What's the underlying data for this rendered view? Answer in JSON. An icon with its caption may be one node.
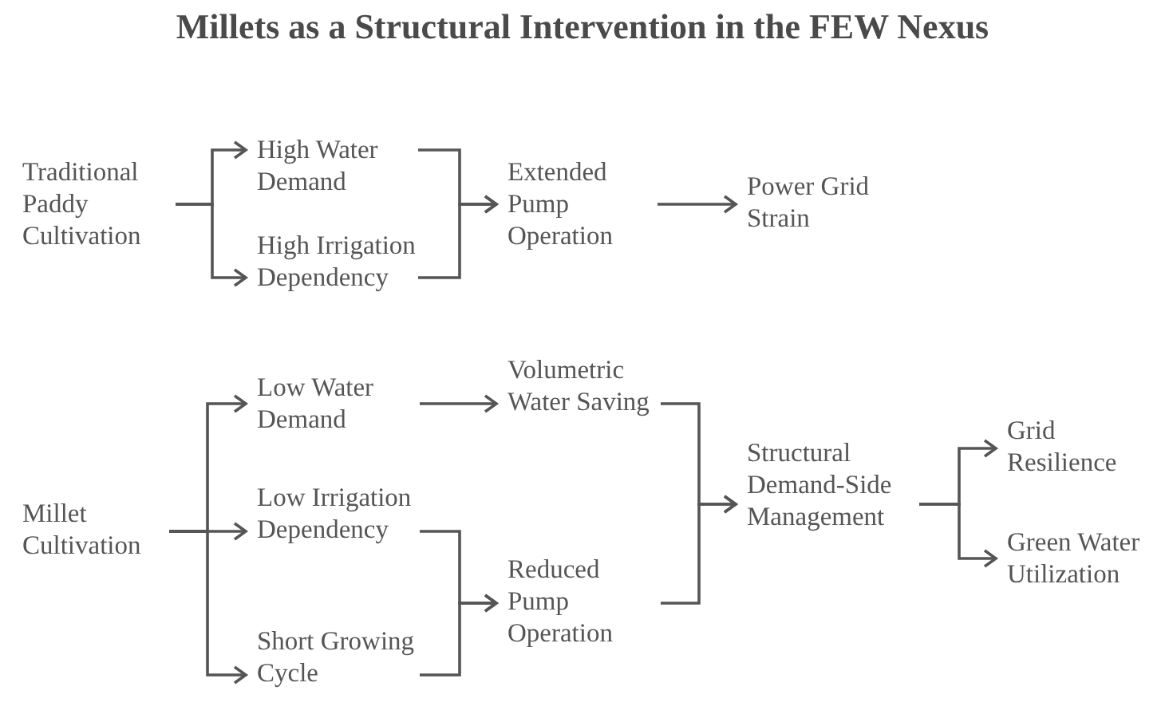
{
  "diagram": {
    "title": "Millets as a Structural Intervention in the FEW Nexus",
    "nodes": [
      {
        "text": [
          "Traditional Paddy Cultivation"
        ]
      },
      {
        "text": [
          "High Water Demand"
        ]
      },
      {
        "text": [
          "High Irrigation Dependency"
        ]
      },
      {
        "text": [
          "Extended Pump Operation"
        ]
      },
      {
        "text": [
          "Power Grid Strain"
        ]
      },
      {
        "text": [
          "Millet Cultivation"
        ]
      },
      {
        "text": [
          "Low Water Demand"
        ]
      },
      {
        "text": [
          "Low Irrigation Dependency"
        ]
      },
      {
        "text": [
          "Short Growing Cycle"
        ]
      },
      {
        "text": [
          "Volumetric Water Saving"
        ]
      },
      {
        "text": [
          "Reduced Pump Operation"
        ]
      },
      {
        "text": [
          "Structural Demand-Side Management"
        ]
      },
      {
        "text": [
          "Grid Resilience"
        ]
      },
      {
        "text": [
          "Green Water Utilization"
        ]
      }
    ],
    "edges": [
      {
        "from": 0,
        "to": 1,
        "arrow": "to"
      },
      {
        "from": 0,
        "to": 2,
        "arrow": "to"
      },
      {
        "from": 1,
        "to": 3,
        "arrow": "to"
      },
      {
        "from": 2,
        "to": 3,
        "arrow": "to"
      },
      {
        "from": 3,
        "to": 4,
        "arrow": "to"
      },
      {
        "from": 5,
        "to": 6,
        "arrow": "to"
      },
      {
        "from": 5,
        "to": 7,
        "arrow": "to"
      },
      {
        "from": 5,
        "to": 8,
        "arrow": "to"
      },
      {
        "from": 6,
        "to": 9,
        "arrow": "to"
      },
      {
        "from": 7,
        "to": 10,
        "arrow": "to"
      },
      {
        "from": 8,
        "to": 10,
        "arrow": "to"
      },
      {
        "from": 9,
        "to": 11,
        "arrow": "to"
      },
      {
        "from": 10,
        "to": 11,
        "arrow": "to"
      },
      {
        "from": 11,
        "to": 12,
        "arrow": "to"
      },
      {
        "from": 11,
        "to": 13,
        "arrow": "to"
      }
    ]
  }
}
